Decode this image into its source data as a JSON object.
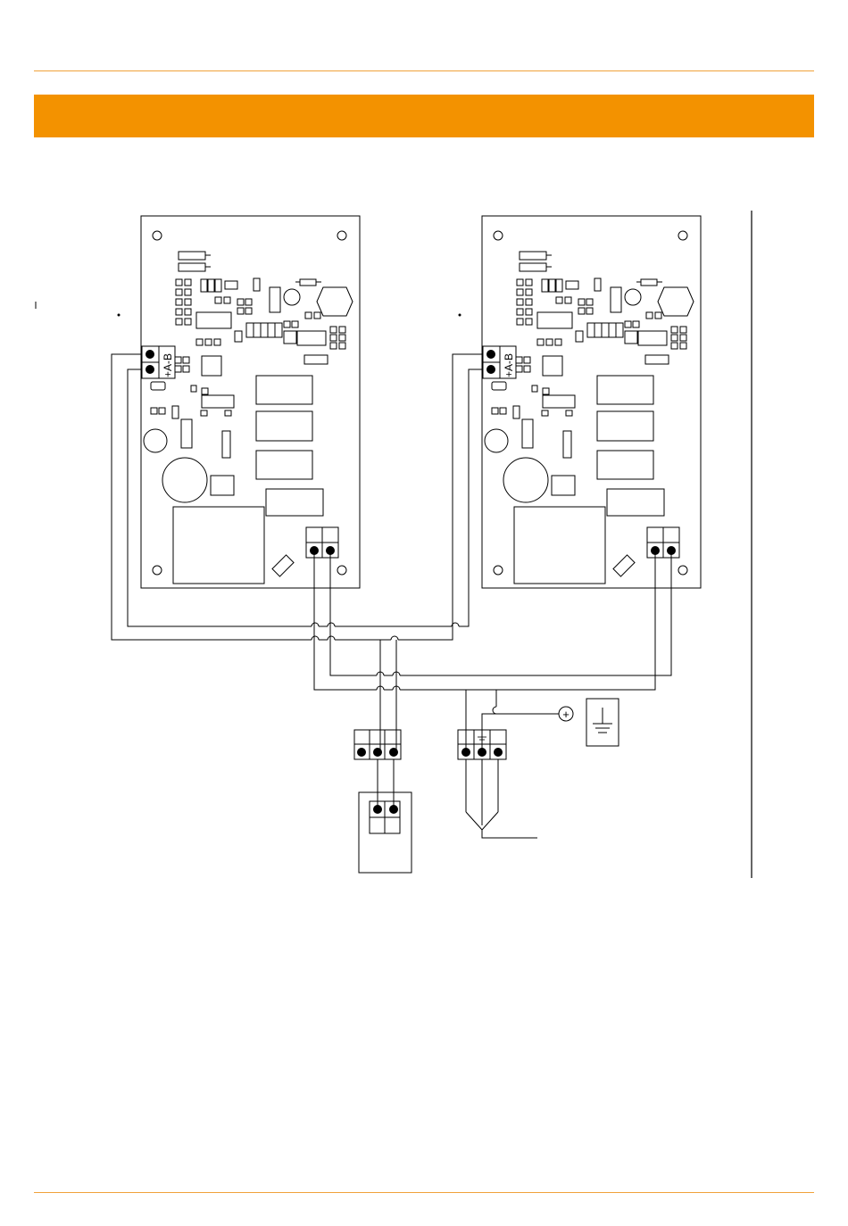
{
  "colors": {
    "accent": "#f39200",
    "rule": "#f0a23a",
    "ink": "#000000"
  },
  "boards": [
    {
      "terminal_labels": {
        "top": "B",
        "sep": "-",
        "mid": "A",
        "bottom": "+"
      }
    },
    {
      "terminal_labels": {
        "top": "B",
        "sep": "-",
        "mid": "A",
        "bottom": "+"
      }
    }
  ],
  "symbols": {
    "plus_terminal": "+",
    "ground_icon": "ground-icon"
  }
}
